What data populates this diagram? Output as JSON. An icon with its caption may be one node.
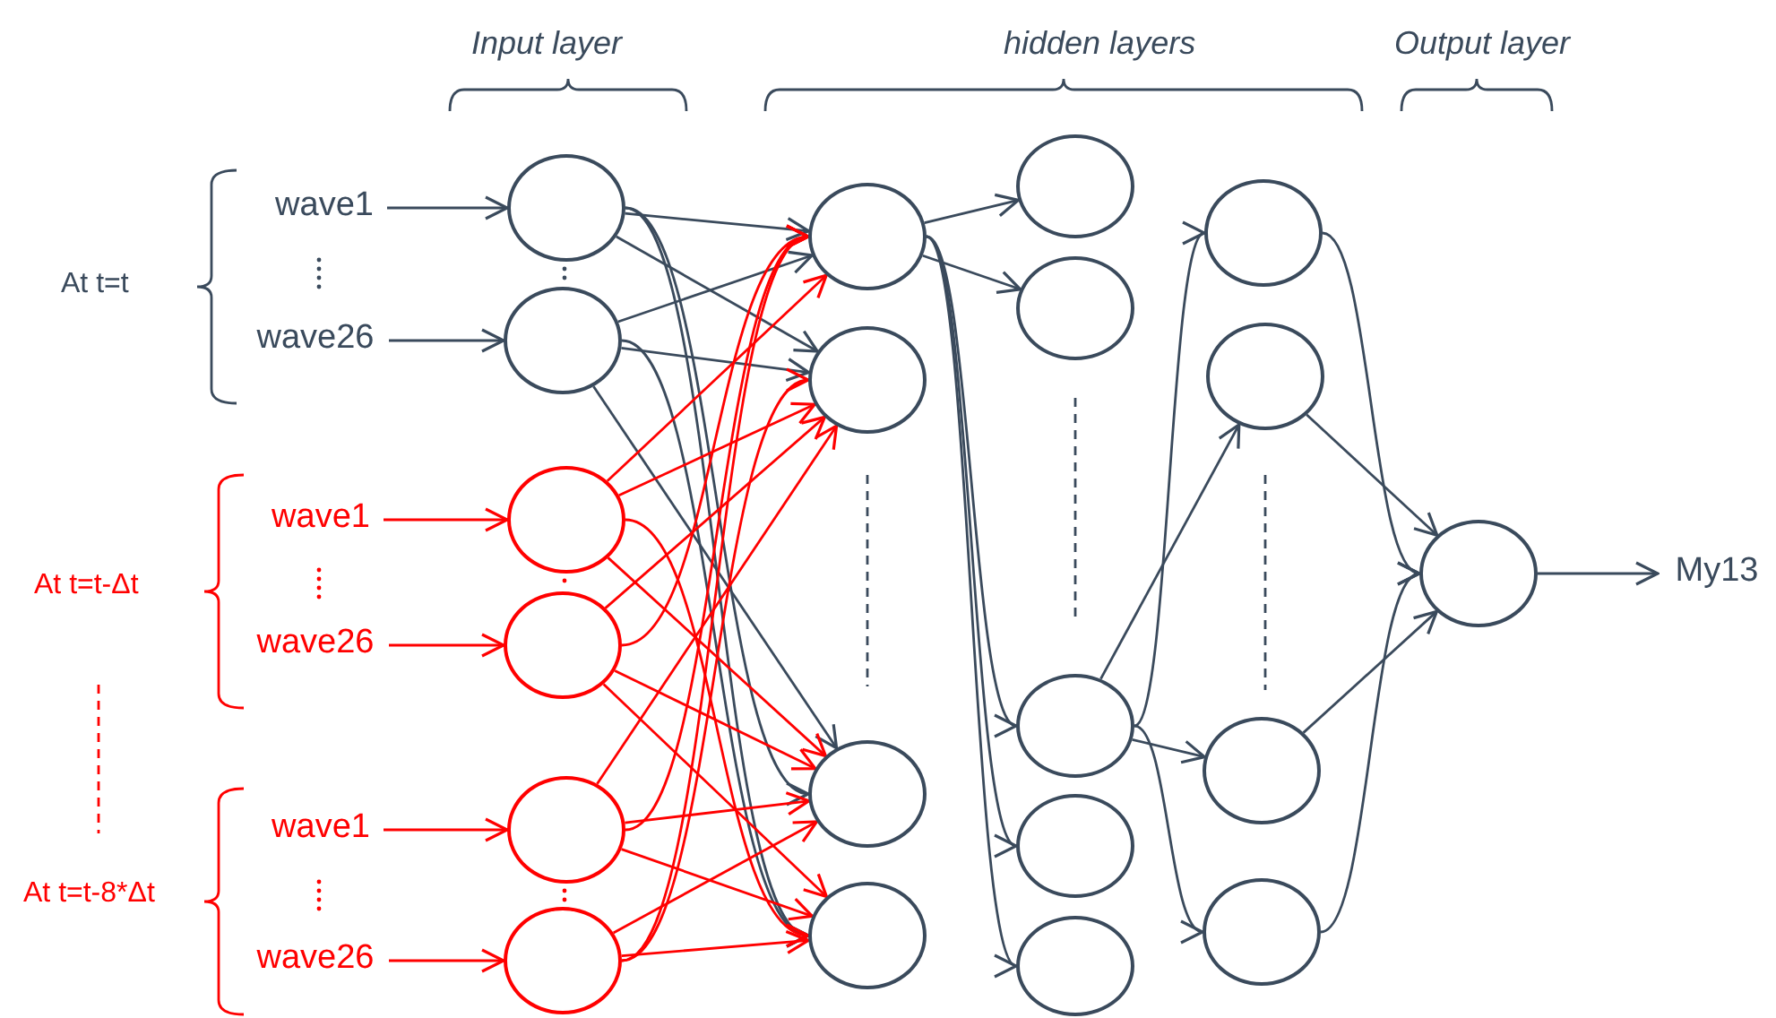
{
  "diagram": {
    "nodes": [
      {
        "text": [
          "wave1"
        ]
      },
      {
        "text": [
          "wave26"
        ]
      },
      {
        "text": [
          "wave1"
        ]
      },
      {
        "text": [
          "wave26"
        ]
      },
      {
        "text": [
          "wave1"
        ]
      },
      {
        "text": [
          "wave26"
        ]
      },
      {
        "text": [],
        "shape": "circle"
      },
      {
        "text": [],
        "shape": "circle"
      },
      {
        "text": [],
        "shape": "circle"
      },
      {
        "text": [],
        "shape": "circle"
      },
      {
        "text": [],
        "shape": "circle"
      },
      {
        "text": [],
        "shape": "circle"
      },
      {
        "text": [],
        "shape": "circle"
      },
      {
        "text": [],
        "shape": "circle"
      },
      {
        "text": [],
        "shape": "circle"
      },
      {
        "text": [],
        "shape": "circle"
      },
      {
        "text": [],
        "shape": "circle"
      },
      {
        "text": [],
        "shape": "circle"
      },
      {
        "text": [],
        "shape": "circle"
      },
      {
        "text": [],
        "shape": "circle"
      },
      {
        "text": [],
        "shape": "circle"
      },
      {
        "text": [],
        "shape": "circle"
      },
      {
        "text": [],
        "shape": "circle"
      },
      {
        "text": [],
        "shape": "circle"
      },
      {
        "text": [],
        "shape": "circle"
      },
      {
        "text": [],
        "shape": "circle"
      },
      {
        "text": [
          "My13"
        ]
      }
    ],
    "edges": [
      {
        "from": 0,
        "to": 6,
        "arrow": "to"
      },
      {
        "from": 1,
        "to": 7,
        "arrow": "to"
      },
      {
        "from": 2,
        "to": 8,
        "arrow": "to",
        "color": "#ff0000"
      },
      {
        "from": 3,
        "to": 9,
        "arrow": "to",
        "color": "#ff0000"
      },
      {
        "from": 4,
        "to": 10,
        "arrow": "to",
        "color": "#ff0000"
      },
      {
        "from": 5,
        "to": 11,
        "arrow": "to",
        "color": "#ff0000"
      },
      {
        "from": 6,
        "to": 12,
        "arrow": "to"
      },
      {
        "from": 6,
        "to": 13,
        "arrow": "to"
      },
      {
        "from": 6,
        "to": 14,
        "arrow": "to"
      },
      {
        "from": 6,
        "to": 15,
        "arrow": "to"
      },
      {
        "from": 7,
        "to": 12,
        "arrow": "to"
      },
      {
        "from": 7,
        "to": 13,
        "arrow": "to"
      },
      {
        "from": 7,
        "to": 14,
        "arrow": "to"
      },
      {
        "from": 7,
        "to": 15,
        "arrow": "to"
      },
      {
        "from": 8,
        "to": 12,
        "arrow": "to",
        "color": "#ff0000"
      },
      {
        "from": 8,
        "to": 13,
        "arrow": "to",
        "color": "#ff0000"
      },
      {
        "from": 8,
        "to": 14,
        "arrow": "to",
        "color": "#ff0000"
      },
      {
        "from": 8,
        "to": 15,
        "arrow": "to",
        "color": "#ff0000"
      },
      {
        "from": 9,
        "to": 12,
        "arrow": "to",
        "color": "#ff0000"
      },
      {
        "from": 9,
        "to": 13,
        "arrow": "to",
        "color": "#ff0000"
      },
      {
        "from": 9,
        "to": 14,
        "arrow": "to",
        "color": "#ff0000"
      },
      {
        "from": 9,
        "to": 15,
        "arrow": "to",
        "color": "#ff0000"
      },
      {
        "from": 10,
        "to": 12,
        "arrow": "to",
        "color": "#ff0000"
      },
      {
        "from": 10,
        "to": 13,
        "arrow": "to",
        "color": "#ff0000"
      },
      {
        "from": 10,
        "to": 14,
        "arrow": "to",
        "color": "#ff0000"
      },
      {
        "from": 10,
        "to": 15,
        "arrow": "to",
        "color": "#ff0000"
      },
      {
        "from": 11,
        "to": 12,
        "arrow": "to",
        "color": "#ff0000"
      },
      {
        "from": 11,
        "to": 13,
        "arrow": "to",
        "color": "#ff0000"
      },
      {
        "from": 11,
        "to": 14,
        "arrow": "to",
        "color": "#ff0000"
      },
      {
        "from": 11,
        "to": 15,
        "arrow": "to",
        "color": "#ff0000"
      },
      {
        "from": 12,
        "to": 16,
        "arrow": "to"
      },
      {
        "from": 12,
        "to": 17,
        "arrow": "to"
      },
      {
        "from": 12,
        "to": 18,
        "arrow": "to"
      },
      {
        "from": 12,
        "to": 19,
        "arrow": "to"
      },
      {
        "from": 12,
        "to": 20,
        "arrow": "to"
      },
      {
        "from": 18,
        "to": 21,
        "arrow": "to"
      },
      {
        "from": 18,
        "to": 22,
        "arrow": "to"
      },
      {
        "from": 18,
        "to": 23,
        "arrow": "to"
      },
      {
        "from": 18,
        "to": 24,
        "arrow": "to"
      },
      {
        "from": 21,
        "to": 25,
        "arrow": "to"
      },
      {
        "from": 22,
        "to": 25,
        "arrow": "to"
      },
      {
        "from": 23,
        "to": 25,
        "arrow": "to"
      },
      {
        "from": 24,
        "to": 25,
        "arrow": "to"
      },
      {
        "from": 25,
        "to": 26,
        "arrow": "to"
      }
    ],
    "labels": [
      "Input layer",
      "hidden layers",
      "Output layer",
      "At t=t",
      "At t=t-Δt",
      "At t=t-8*Δt"
    ]
  }
}
